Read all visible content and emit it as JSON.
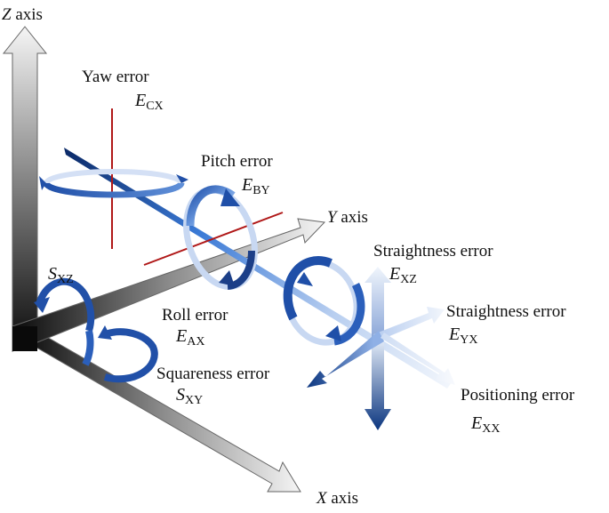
{
  "axes": {
    "z": {
      "letter": "Z",
      "word": "axis"
    },
    "y": {
      "letter": "Y",
      "word": "axis"
    },
    "x": {
      "letter": "X",
      "word": "axis"
    }
  },
  "errors": {
    "yaw": {
      "label": "Yaw error",
      "symbol": "E",
      "sub": "CX"
    },
    "pitch": {
      "label": "Pitch error",
      "symbol": "E",
      "sub": "BY"
    },
    "roll": {
      "label": "Roll error",
      "symbol": "E",
      "sub": "AX"
    },
    "straightness_z": {
      "label": "Straightness error",
      "symbol": "E",
      "sub": "XZ"
    },
    "straightness_y": {
      "label": "Straightness error",
      "symbol": "E",
      "sub": "YX"
    },
    "positioning": {
      "label": "Positioning error",
      "symbol": "E",
      "sub": "XX"
    },
    "squareness_xy": {
      "label": "Squareness error",
      "symbol": "S",
      "sub": "XY"
    },
    "squareness_xz": {
      "symbol": "S",
      "sub": "XZ"
    }
  },
  "colors": {
    "blue_dark": "#0b2f73",
    "blue_mid": "#2a63c4",
    "blue_light": "#d6e3f7",
    "red_line": "#b01818",
    "axis_dark": "#0a0a0a",
    "axis_light": "#f4f4f4"
  }
}
